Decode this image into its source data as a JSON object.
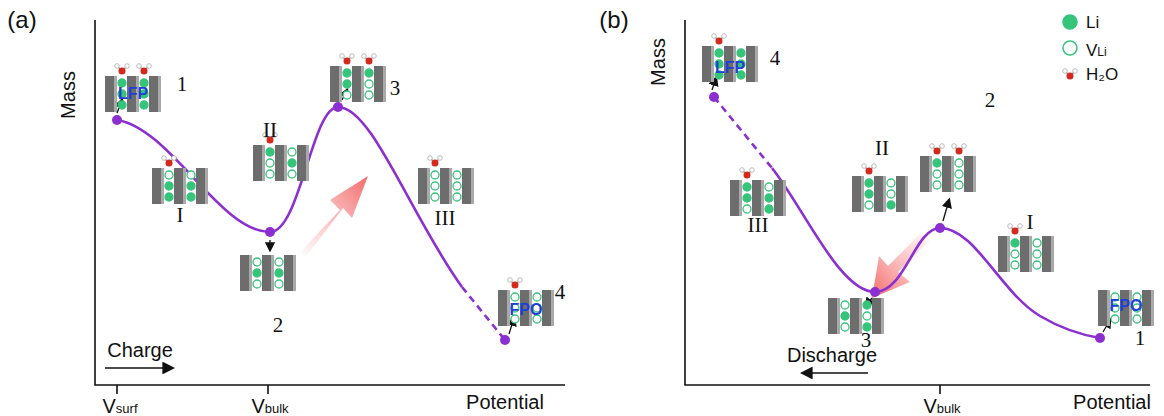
{
  "diagram": {
    "labels": [
      "(a)",
      "(b)",
      "Mass",
      "Mass",
      "Potential",
      "Potential",
      "Charge",
      "Discharge",
      "Vsurf",
      "Vbulk",
      "Vbulk",
      "1",
      "I",
      "II",
      "2",
      "3",
      "III",
      "4",
      "LFP",
      "FPO",
      "4",
      "III",
      "II",
      "2",
      "3",
      "I",
      "1",
      "LFP",
      "FPO"
    ],
    "legend": [
      {
        "text": "Li",
        "color": "#35c47a"
      },
      {
        "text": "VLi"
      },
      {
        "text": "H₂O"
      }
    ]
  }
}
